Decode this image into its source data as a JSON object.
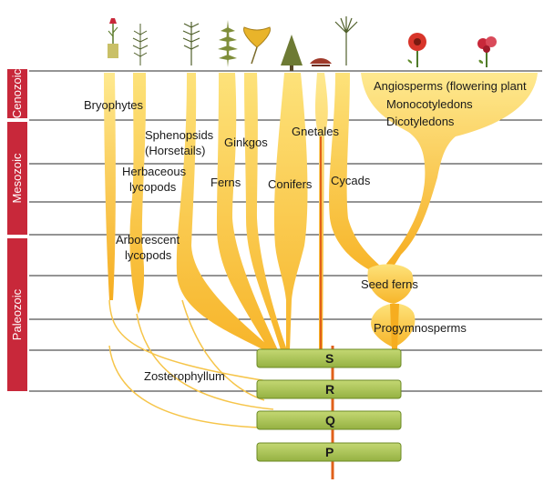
{
  "eras": [
    {
      "name": "Cenozoic"
    },
    {
      "name": "Mesozoic"
    },
    {
      "name": "Paleozoic"
    }
  ],
  "groups": {
    "bryophytes": "Bryophytes",
    "sphenopsids_1": "Sphenopsids",
    "sphenopsids_2": "(Horsetails)",
    "herbaceous_1": "Herbaceous",
    "herbaceous_2": "lycopods",
    "ginkgos": "Ginkgos",
    "gnetales": "Gnetales",
    "ferns": "Ferns",
    "conifers": "Conifers",
    "cycads": "Cycads",
    "arborescent_1": "Arborescent",
    "arborescent_2": "lycopods",
    "angio_1": "Angiosperms (flowering plant",
    "angio_2": "Monocotyledons",
    "angio_3": "Dicotyledons",
    "seed_ferns": "Seed ferns",
    "progymnosperms": "Progymnosperms",
    "zosterophyllum": "Zosterophyllum"
  },
  "bars": [
    {
      "label": "S"
    },
    {
      "label": "R"
    },
    {
      "label": "Q"
    },
    {
      "label": "P"
    }
  ],
  "colors": {
    "era_band": "#c8283a",
    "lineage_light": "#fde27a",
    "lineage_dark": "#f5a818",
    "bar_fill": "#a9c356",
    "bar_stroke": "#6c8a25",
    "axis_line": "#e0601a",
    "grid_line": "#2a2a2a"
  },
  "icons": [
    "moss-icon",
    "horsetail-icon",
    "lycopod-icon",
    "fern-icon",
    "ginkgo-leaf-icon",
    "conifer-icon",
    "gnetales-icon",
    "cycad-icon",
    "red-flower-icon",
    "orchid-icon"
  ]
}
